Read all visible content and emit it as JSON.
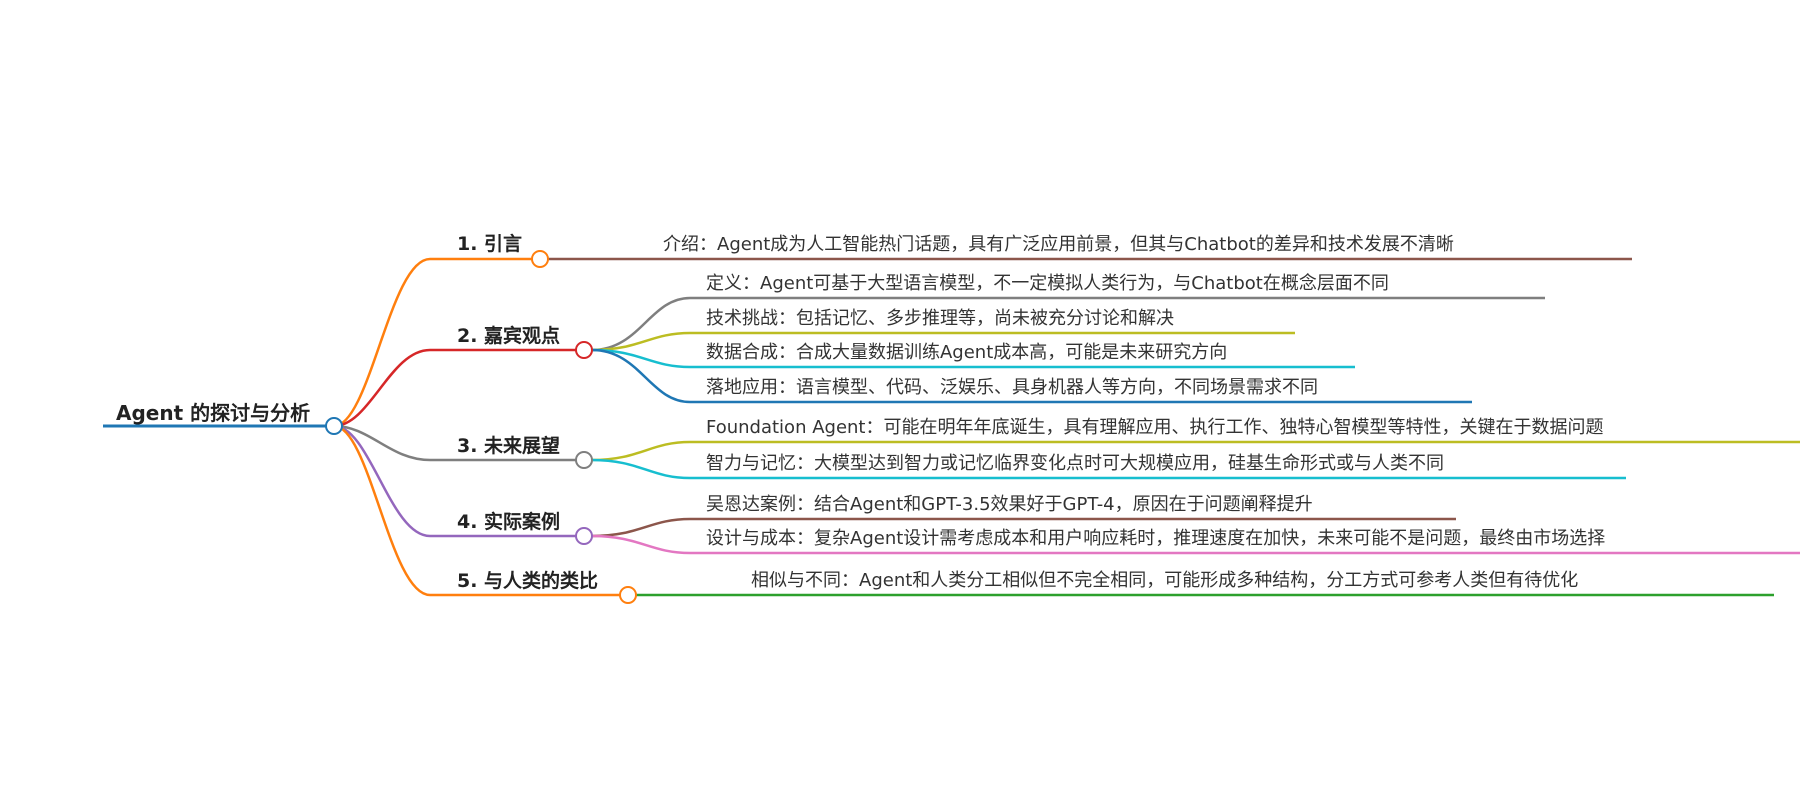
{
  "root": {
    "label": "Agent 的探讨与分析",
    "color": "#1f77b4"
  },
  "branches": [
    {
      "label": "1. 引言",
      "color": "#ff7f0e",
      "leaves": [
        {
          "text": "介绍：Agent成为人工智能热门话题，具有广泛应用前景，但其与Chatbot的差异和技术发展不清晰",
          "color": "#8c564b"
        }
      ]
    },
    {
      "label": "2. 嘉宾观点",
      "color": "#d62728",
      "leaves": [
        {
          "text": "定义：Agent可基于大型语言模型，不一定模拟人类行为，与Chatbot在概念层面不同",
          "color": "#7f7f7f"
        },
        {
          "text": "技术挑战：包括记忆、多步推理等，尚未被充分讨论和解决",
          "color": "#bcbd22"
        },
        {
          "text": "数据合成：合成大量数据训练Agent成本高，可能是未来研究方向",
          "color": "#17becf"
        },
        {
          "text": "落地应用：语言模型、代码、泛娱乐、具身机器人等方向，不同场景需求不同",
          "color": "#1f77b4"
        }
      ]
    },
    {
      "label": "3. 未来展望",
      "color": "#7f7f7f",
      "leaves": [
        {
          "text": "Foundation Agent：可能在明年年底诞生，具有理解应用、执行工作、独特心智模型等特性，关键在于数据问题",
          "color": "#bcbd22"
        },
        {
          "text": "智力与记忆：大模型达到智力或记忆临界变化点时可大规模应用，硅基生命形式或与人类不同",
          "color": "#17becf"
        }
      ]
    },
    {
      "label": "4. 实际案例",
      "color": "#9467bd",
      "leaves": [
        {
          "text": "吴恩达案例：结合Agent和GPT-3.5效果好于GPT-4，原因在于问题阐释提升",
          "color": "#8c564b"
        },
        {
          "text": "设计与成本：复杂Agent设计需考虑成本和用户响应耗时，推理速度在加快，未来可能不是问题，最终由市场选择",
          "color": "#e377c2"
        }
      ]
    },
    {
      "label": "5. 与人类的类比",
      "color": "#ff7f0e",
      "leaves": [
        {
          "text": "相似与不同：Agent和人类分工相似但不完全相同，可能形成多种结构，分工方式可参考人类但有待优化",
          "color": "#2ca02c"
        }
      ]
    }
  ]
}
